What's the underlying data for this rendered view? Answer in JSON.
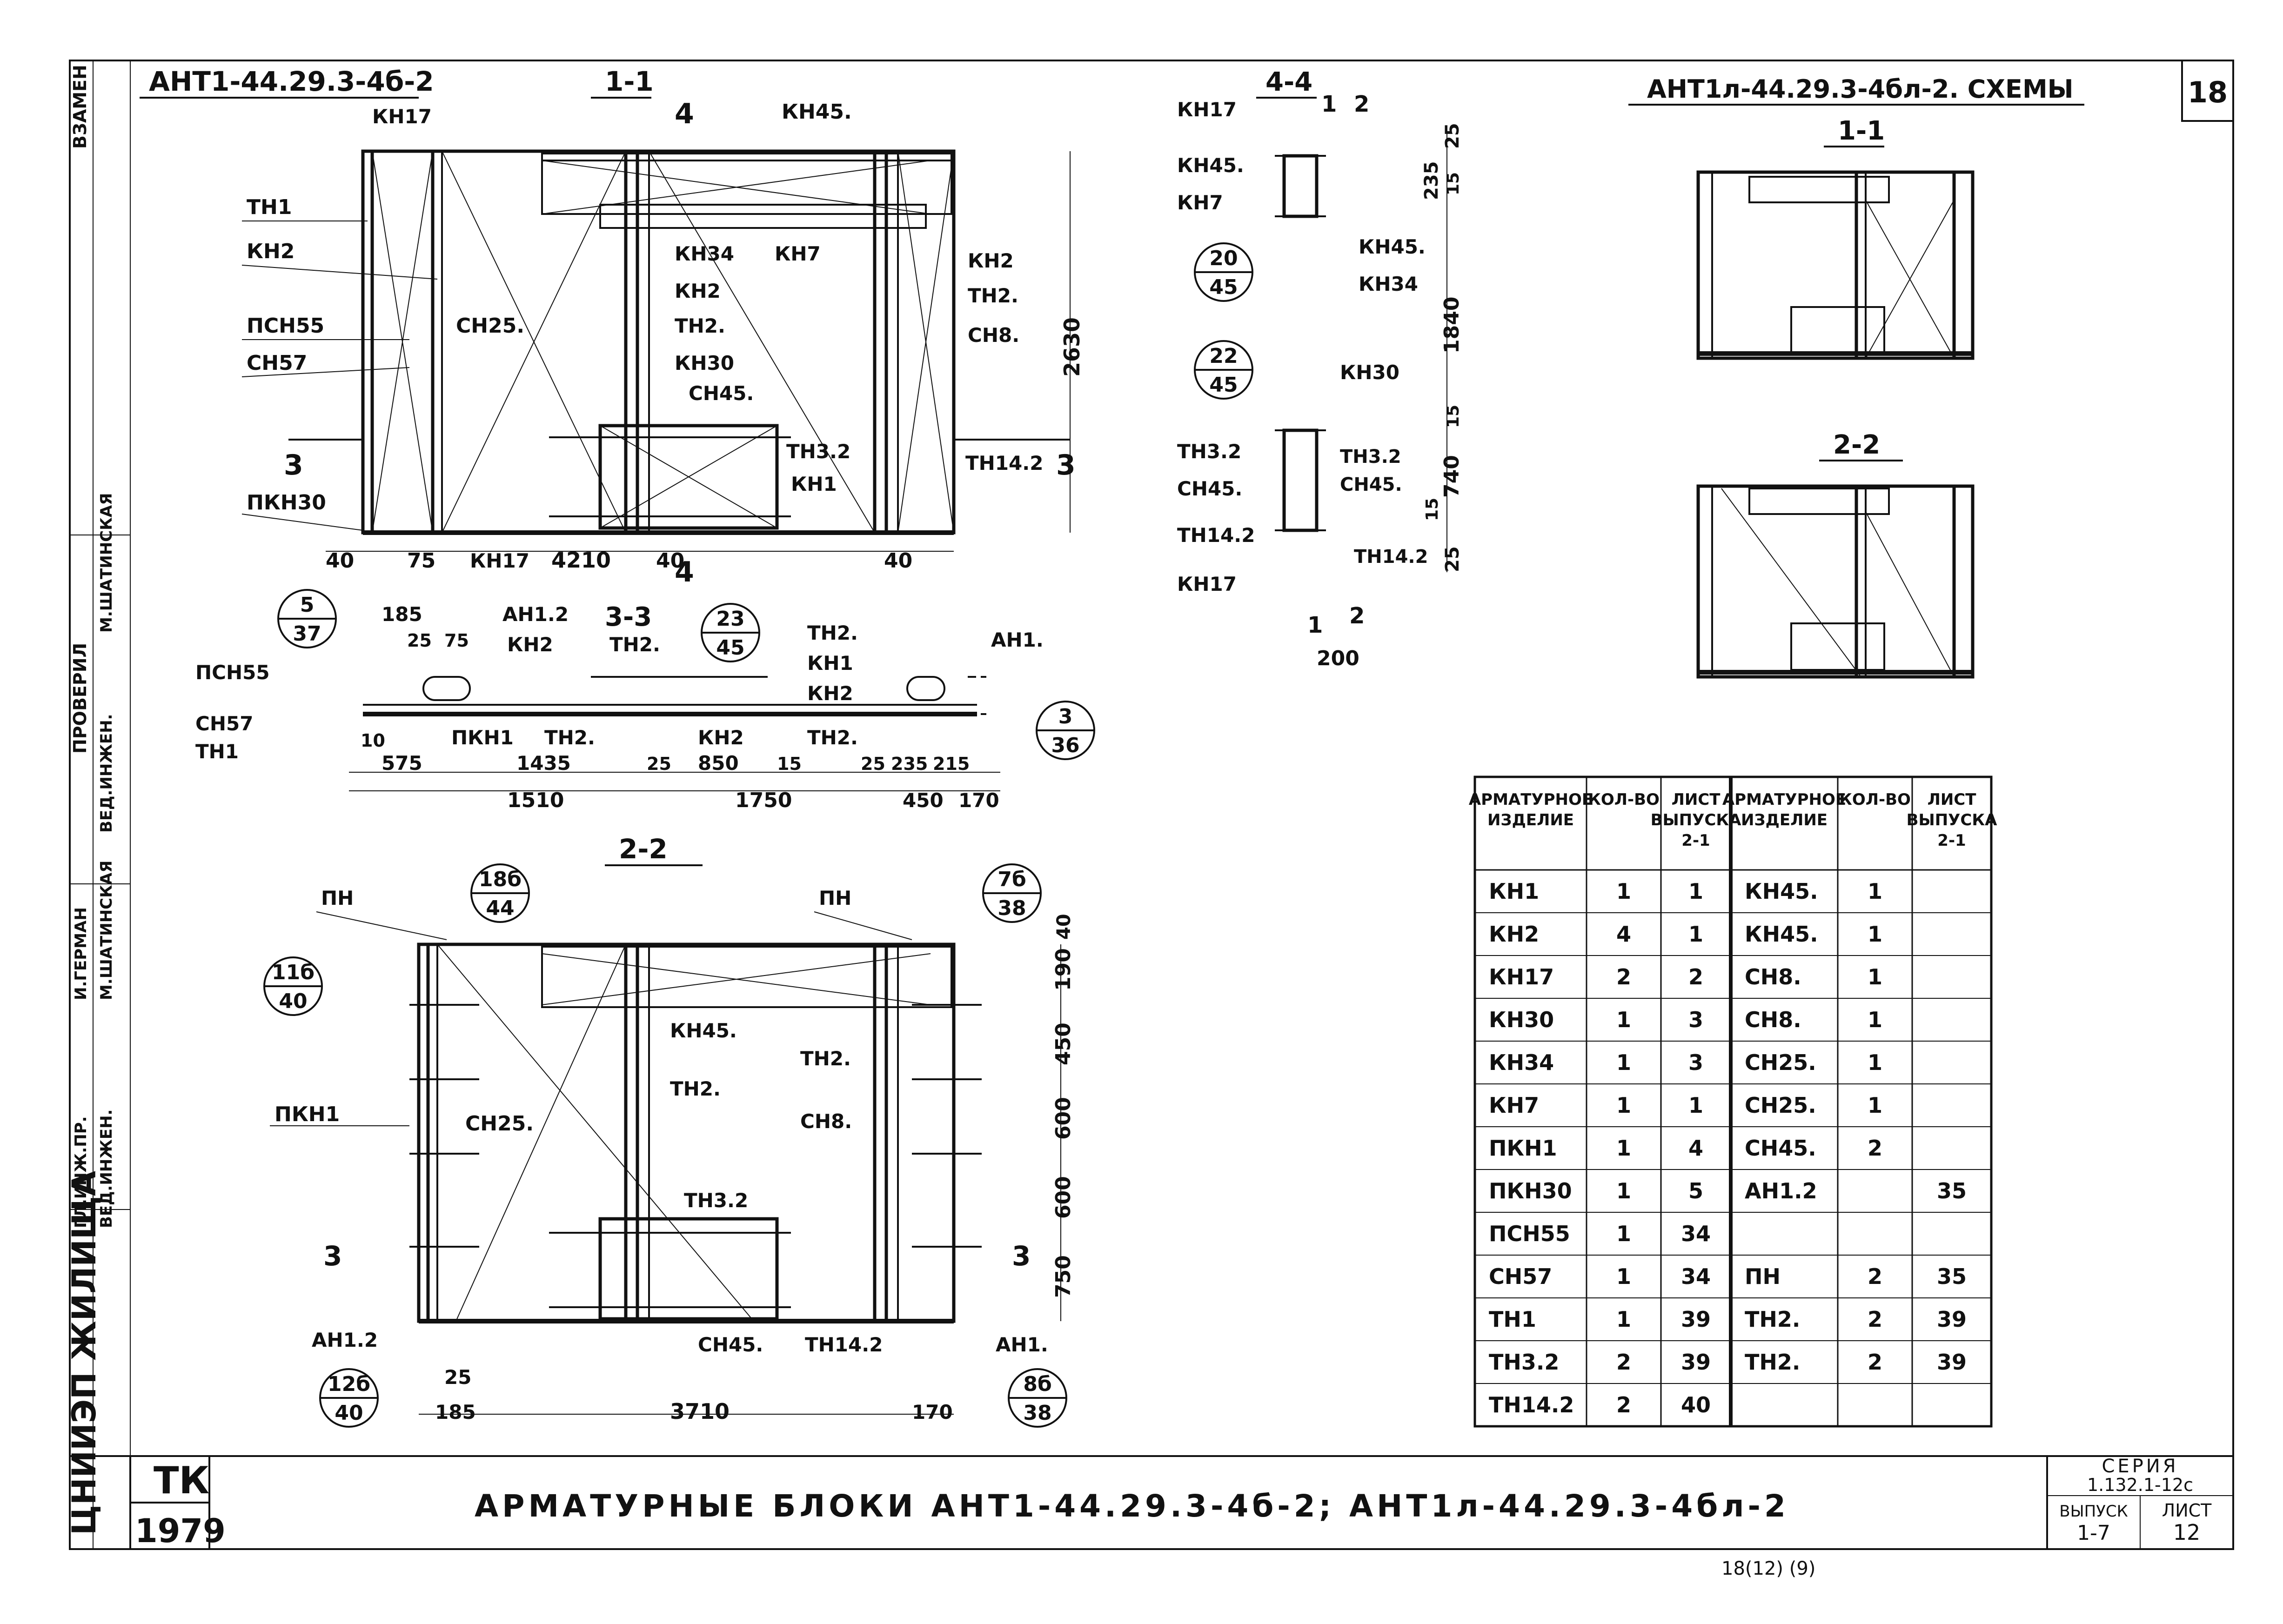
{
  "sheet_number": "18",
  "frame": {
    "left_stamp": [
      "ВЗАМЕН",
      "ПРОВЕРИЛ",
      "М.ШАТИНСКАЯ",
      "ВЕД.ИНЖЕН.",
      "И.ГЕРМАН",
      "М.ШАТИНСКАЯ",
      "ГЛ.ИНЖ.ПР.",
      "ВЕД.ИНЖЕН.",
      "ЦНИИЭП ЖИЛИЩА"
    ]
  },
  "main_title": "АРМАТУРНЫЕ БЛОКИ АНТ1-44.29.3-4б-2; АНТ1л-44.29.3-4бл-2",
  "org": "ТК",
  "year": "1979",
  "seria": {
    "label": "СЕРИЯ",
    "value": "1.132.1-12с"
  },
  "vypusk": {
    "label": "ВЫПУСК",
    "value": "1-7"
  },
  "list": {
    "label": "ЛИСТ",
    "value": "12"
  },
  "footer_scrawl": "18(12)  (9)",
  "block_title": "АНТ1-44.29.3-4б-2",
  "schemes_title": "АНТ1л-44.29.3-4бл-2. СХЕМЫ",
  "sections": {
    "s11": "1-1",
    "s22": "2-2",
    "s33": "3-3",
    "s44": "4-4",
    "schemes_11": "1-1",
    "schemes_22": "2-2"
  },
  "marks": {
    "kn17": "КН17",
    "th1": "ТН1",
    "kn2": "КН2",
    "pch55": "ПСН55",
    "ch57": "СН57",
    "ch25": "СН25.",
    "kn45": "КН45.",
    "kn34": "КН34",
    "kn7": "КН7",
    "kn2b": "КН2",
    "th2": "ТН2.",
    "kn30": "КН30",
    "ch45": "СН45.",
    "th32": "ТН3.2",
    "kn1": "КН1",
    "ch8": "СН8.",
    "th142": "ТН14.2",
    "pkn30": "ПКН30",
    "kn2c": "КН2",
    "th2b": "ТН2.",
    "an12": "АН1.2",
    "pkn1": "ПКН1",
    "an1": "АН1.",
    "pn": "ПН",
    "mark3": "3",
    "mark4": "4"
  },
  "dims_11": {
    "d40a": "40",
    "d75": "75",
    "d4210": "4210",
    "d40b": "40",
    "d40c": "40",
    "d2630": "2630"
  },
  "dims_33": {
    "d185": "185",
    "d25": "25",
    "d75b": "75",
    "d10": "10",
    "d575": "575",
    "d1435": "1435",
    "d25b": "25",
    "d850": "850",
    "d15": "15",
    "d25c": "25",
    "d235": "235",
    "d215": "215",
    "d1510": "1510",
    "d1750": "1750",
    "d450": "450",
    "d170": "170"
  },
  "dims_22": {
    "d40": "40",
    "d190": "190",
    "d450": "450",
    "d600a": "600",
    "d600b": "600",
    "d750": "750",
    "d25": "25",
    "d185": "185",
    "d3710": "3710",
    "d170": "170"
  },
  "dims_44": {
    "d25": "25",
    "d235": "235",
    "d15": "15",
    "d1840": "1840",
    "d15b": "15",
    "d740": "740",
    "d15c": "15",
    "d25b": "25",
    "d200": "200",
    "mark1": "1",
    "mark2": "2"
  },
  "callouts": [
    {
      "top": "20",
      "bottom": "45"
    },
    {
      "top": "22",
      "bottom": "45"
    },
    {
      "top": "5",
      "bottom": "37"
    },
    {
      "top": "23",
      "bottom": "45"
    },
    {
      "top": "3",
      "bottom": "36"
    },
    {
      "top": "18б",
      "bottom": "44"
    },
    {
      "top": "7б",
      "bottom": "38"
    },
    {
      "top": "11б",
      "bottom": "40"
    },
    {
      "top": "12б",
      "bottom": "40"
    },
    {
      "top": "8б",
      "bottom": "38"
    }
  ],
  "spec_table": {
    "headers": [
      "АРМАТУРНОЕ ИЗДЕЛИЕ",
      "КОЛ-ВО",
      "ЛИСТ ВЫПУСКА 2-1",
      "АРМАТУРНОЕ ИЗДЕЛИЕ",
      "КОЛ-ВО",
      "ЛИСТ ВЫПУСКА 2-1"
    ],
    "rows": [
      [
        "КН1",
        "1",
        "1",
        "КН45.",
        "1",
        ""
      ],
      [
        "КН2",
        "4",
        "1",
        "КН45.",
        "1",
        ""
      ],
      [
        "КН17",
        "2",
        "2",
        "СН8.",
        "1",
        ""
      ],
      [
        "КН30",
        "1",
        "3",
        "СН8.",
        "1",
        ""
      ],
      [
        "КН34",
        "1",
        "3",
        "СН25.",
        "1",
        ""
      ],
      [
        "КН7",
        "1",
        "1",
        "СН25.",
        "1",
        ""
      ],
      [
        "ПКН1",
        "1",
        "4",
        "СН45.",
        "2",
        ""
      ],
      [
        "ПКН30",
        "1",
        "5",
        "АН1.2",
        "",
        "35"
      ],
      [
        "ПСН55",
        "1",
        "34",
        "",
        "",
        ""
      ],
      [
        "СН57",
        "1",
        "34",
        "ПН",
        "2",
        "35"
      ],
      [
        "ТН1",
        "1",
        "39",
        "ТН2.",
        "2",
        "39"
      ],
      [
        "ТН3.2",
        "2",
        "39",
        "ТН2.",
        "2",
        "39"
      ],
      [
        "ТН14.2",
        "2",
        "40",
        "",
        "",
        ""
      ]
    ]
  }
}
